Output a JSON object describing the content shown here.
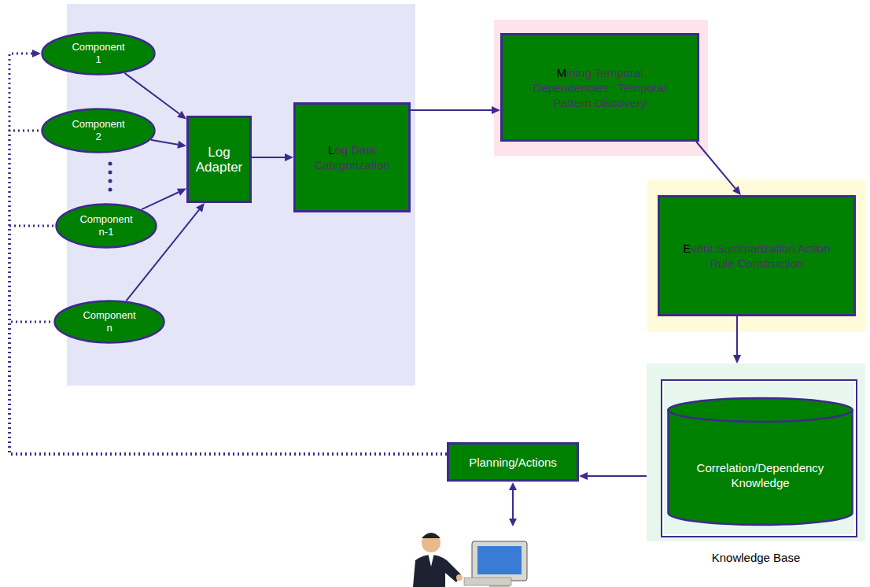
{
  "diagram": {
    "nodes": [
      {
        "text": [
          "Component 1"
        ]
      },
      {
        "text": [
          "Component 2"
        ]
      },
      {
        "text": [
          "Component n-1"
        ]
      },
      {
        "text": [
          "Component n"
        ]
      },
      {
        "text": [
          "Log Adapter"
        ]
      },
      {
        "text": [
          "Log Data Categorization"
        ]
      },
      {
        "text": [
          "Mining Temporal Dependencies : Temporal Pattern Discovery"
        ]
      },
      {
        "text": [
          "Event Summarization Action Rule Construction"
        ]
      },
      {
        "text": [
          "Knowledge Base"
        ]
      },
      {
        "text": [
          "Correlation/Dependency Knowledge"
        ],
        "in": 8
      },
      {
        "text": [
          "Planning/Actions"
        ]
      }
    ],
    "edges": [
      {
        "from": 0,
        "to": 4,
        "arrow": "to"
      },
      {
        "from": 1,
        "to": 4,
        "arrow": "to"
      },
      {
        "from": 2,
        "to": 4,
        "arrow": "to"
      },
      {
        "from": 3,
        "to": 4,
        "arrow": "to"
      },
      {
        "from": 4,
        "to": 5,
        "arrow": "to"
      },
      {
        "from": 5,
        "to": 6,
        "arrow": "to"
      },
      {
        "from": 6,
        "to": 7,
        "arrow": "to"
      },
      {
        "from": 7,
        "to": 8,
        "arrow": "to"
      },
      {
        "from": 8,
        "to": 10,
        "arrow": "to"
      },
      {
        "from": 10,
        "to": 0,
        "arrow": "to"
      },
      {
        "from": 10,
        "to": 1,
        "arrow": "none"
      },
      {
        "from": 10,
        "to": 2,
        "arrow": "none"
      },
      {
        "from": 10,
        "to": 3,
        "arrow": "none"
      }
    ]
  }
}
